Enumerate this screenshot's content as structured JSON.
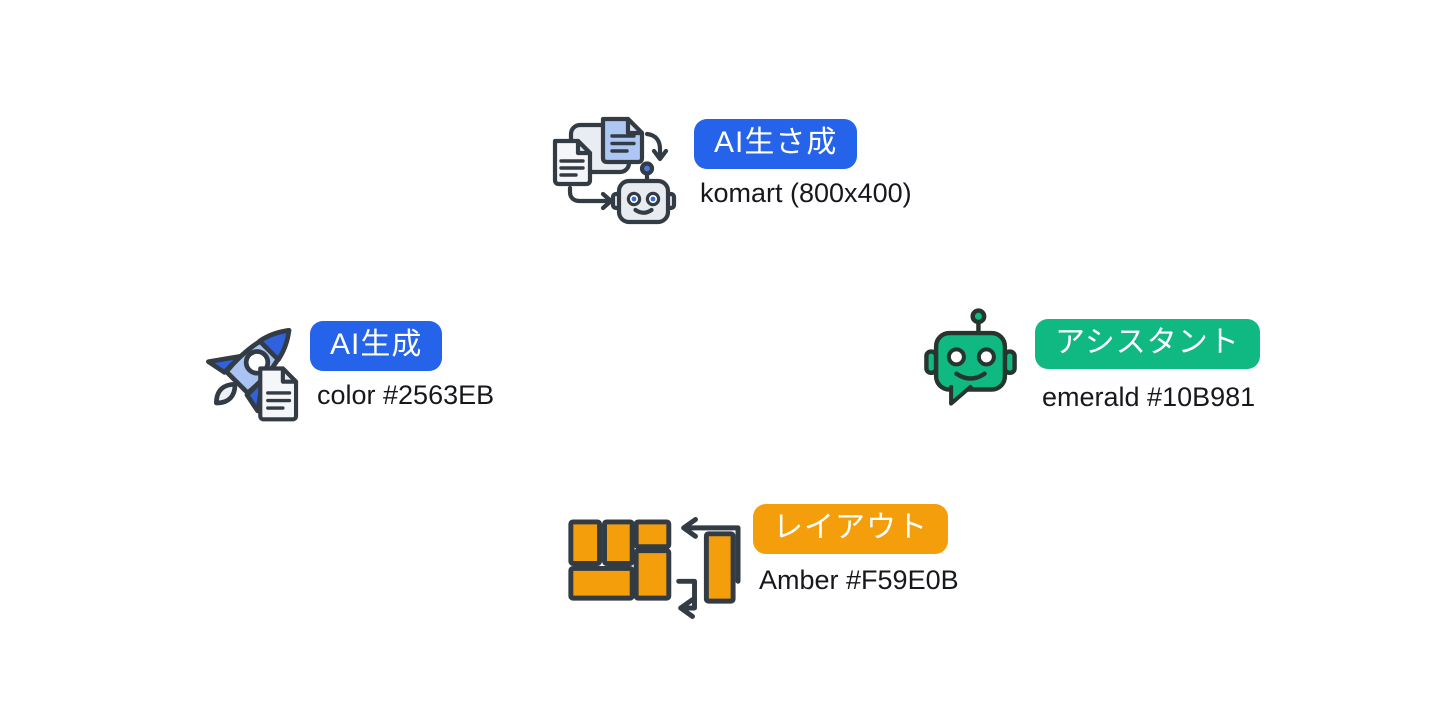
{
  "page": {
    "background": "#FFFFFF"
  },
  "palette": {
    "blue": "#2563EB",
    "emerald": "#10B981",
    "amber": "#F59E0B",
    "outline": "#333B45",
    "subtitle_text": "#16181D"
  },
  "items": [
    {
      "icon": "documents-to-robot-icon",
      "badge": {
        "label": "AI生さ成",
        "color": "#2563EB",
        "text_color": "#FFFFFF"
      },
      "subtitle": "komart (800x400)"
    },
    {
      "icon": "rocket-document-icon",
      "badge": {
        "label": "AI生成",
        "color": "#2563EB",
        "text_color": "#FFFFFF"
      },
      "subtitle": "color #2563EB"
    },
    {
      "icon": "assistant-robot-icon",
      "badge": {
        "label": "アシスタント",
        "color": "#10B981",
        "text_color": "#FFFFFF"
      },
      "subtitle": "emerald #10B981"
    },
    {
      "icon": "layout-blocks-icon",
      "badge": {
        "label": "レイアウト",
        "color": "#F59E0B",
        "text_color": "#FFFFFF"
      },
      "subtitle": "Amber #F59E0B"
    }
  ]
}
